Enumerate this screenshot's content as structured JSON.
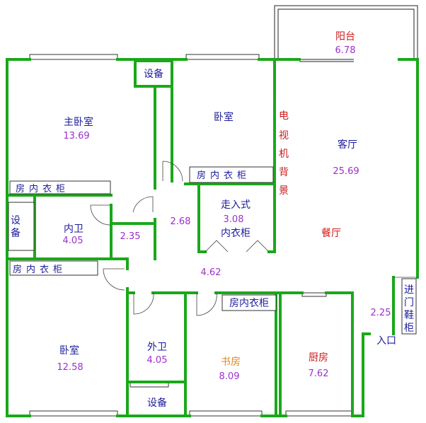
{
  "colors": {
    "wall": "#1aa81a",
    "room_name": "#1c1c9c",
    "area": "#9b30c8",
    "red_label": "#cc1a1a",
    "study_label": "#e08a1e"
  },
  "rooms": {
    "balcony": {
      "name": "阳台",
      "area": "6.78"
    },
    "master": {
      "name": "主卧室",
      "area": "13.69"
    },
    "bedroom_top": {
      "name": "卧室"
    },
    "living": {
      "name": "客厅",
      "area": "25.69"
    },
    "dining": {
      "name": "餐厅"
    },
    "tv_wall": {
      "chars": [
        "电",
        "视",
        "机",
        "背",
        "景"
      ]
    },
    "walkin": {
      "name": "走入式",
      "area": "3.08",
      "sub": "内衣柜"
    },
    "inner_bath": {
      "name": "内卫",
      "area": "4.05"
    },
    "passage1": {
      "area": "2.35"
    },
    "passage2": {
      "area": "2.68"
    },
    "hall": {
      "area": "4.62"
    },
    "bedroom_bottom": {
      "name": "卧室",
      "area": "12.58"
    },
    "outer_bath": {
      "name": "外卫",
      "area": "4.05"
    },
    "study": {
      "name": "书房",
      "area": "8.09"
    },
    "kitchen": {
      "name": "厨房",
      "area": "7.62"
    },
    "foyer": {
      "area": "2.25"
    }
  },
  "labels": {
    "equip_top": "设备",
    "equip_left": [
      "设",
      "备"
    ],
    "equip_bottom": "设备",
    "closet_master": "房内衣柜",
    "closet_bedroom_top": "房内衣柜",
    "closet_bedroom_bottom": "房内衣柜",
    "closet_study": "房内衣柜",
    "shoe_cabinet": [
      "进",
      "门",
      "鞋",
      "柜"
    ],
    "entrance": "入口"
  }
}
